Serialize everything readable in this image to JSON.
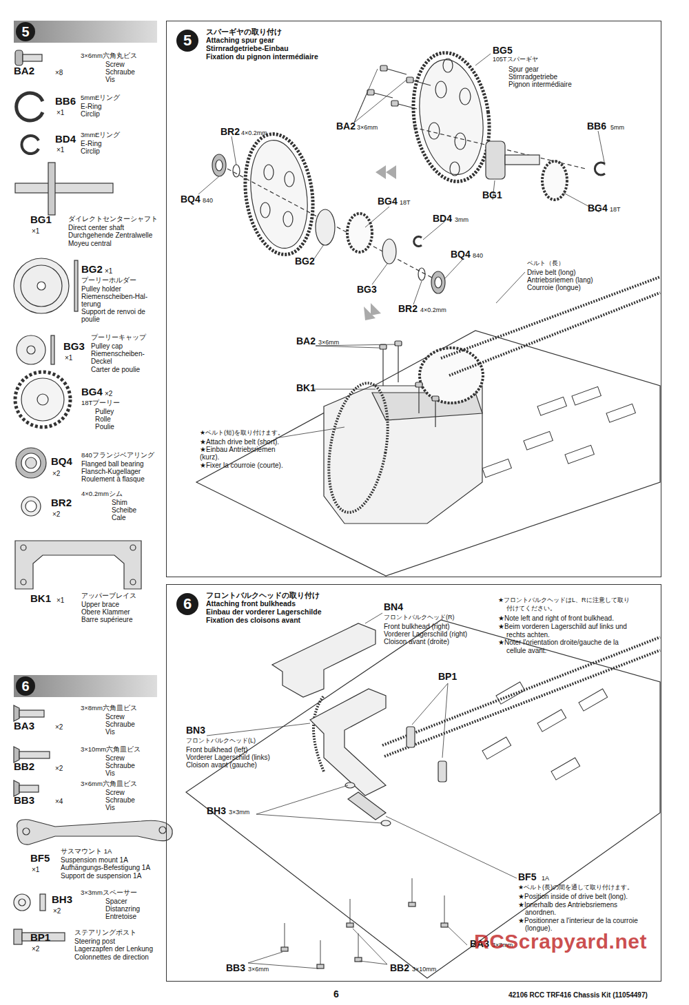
{
  "diagram": {
    "nodes": [
      {
        "text": [
          "5"
        ]
      },
      {
        "text": [
          "スパーギヤの取り付け",
          "Attaching spur gear",
          "Stirnradgetriebe-Einbau",
          "Fixation du pignon intermédiaire"
        ]
      },
      {
        "text": [
          "5"
        ],
        "in": 1
      },
      {
        "text": [
          "6"
        ]
      },
      {
        "text": [
          "フロントバルクヘッドの取り付け",
          "Attaching front bulkheads",
          "Einbau der vorderer Lagerschilde",
          "Fixation des cloisons avant"
        ]
      },
      {
        "text": [
          "6"
        ],
        "in": 4
      }
    ],
    "labels": [
      "BA2",
      "×8",
      "3×6mm六角丸ビス",
      "Screw",
      "Schraube",
      "Vis",
      "BB6",
      "5mmEリング",
      "×1",
      "E-Ring",
      "Circlip",
      "BD4",
      "3mmEリング",
      "×1",
      "E-Ring",
      "Circlip",
      "BG1",
      "×1",
      "ダイレクトセンターシャフト",
      "Direct center shaft",
      "Durchgehende Zentralwelle",
      "Moyeu central",
      "BG2",
      "×1",
      "プーリーホルダー",
      "Pulley holder",
      "Riemenscheiben-Hal-",
      "terung",
      "Support de renvoi de",
      "poulie",
      "BG3",
      "×1",
      "プーリーキャップ",
      "Pulley cap",
      "Riemenscheiben-",
      "Deckel",
      "Carter de poulie",
      "BG4",
      "×2",
      "18Tプーリー",
      "Pulley",
      "Rolle",
      "Poulie",
      "BQ4",
      "×2",
      "840フランジベアリング",
      "Flanged ball bearing",
      "Flansch-Kugellager",
      "Roulement à flasque",
      "BR2",
      "×2",
      "4×0.2mmシム",
      "Shim",
      "Scheibe",
      "Cale",
      "BK1",
      "×1",
      "アッパーブレイス",
      "Upper brace",
      "Obere Klammer",
      "Barre supérieure",
      "BA3",
      "×2",
      "3×8mm六角皿ビス",
      "Screw",
      "Schraube",
      "Vis",
      "BB2",
      "×2",
      "3×10mm六角皿ビス",
      "Screw",
      "Schraube",
      "Vis",
      "BB3",
      "×4",
      "3×6mm六角皿ビス",
      "Screw",
      "Schraube",
      "Vis",
      "BF5",
      "×1",
      "サスマウント 1A",
      "Suspension mount 1A",
      "Aufhängungs-Befestigung 1A",
      "Support de suspension 1A",
      "BH3",
      "×2",
      "3×3mmスペーサー",
      "Spacer",
      "Distanzring",
      "Entretoise",
      "BP1",
      "×2",
      "ステアリングポスト",
      "Steering post",
      "Lagerzapfen der Lenkung",
      "Colonnettes de direction",
      "BG5",
      "105Tスパーギヤ",
      "Spur gear",
      "Stirnradgetriebe",
      "Pignon intermédiaire",
      "BA2",
      "3×6mm",
      "BB6",
      "5mm",
      "BR2",
      "4×0.2mm",
      "BQ4",
      "840",
      "BG1",
      "BG4",
      "18T",
      "BG4",
      "18T",
      "BD4",
      "3mm",
      "BQ4",
      "840",
      "BG2",
      "BG3",
      "BR2",
      "4×0.2mm",
      "ベルト（長）",
      "Drive belt (long)",
      "Antriebsriemen (lang)",
      "Courroie (longue)",
      "BA2",
      "3×6mm",
      "BK1",
      "★ベルト(短)を取り付けます。",
      "★Attach drive belt (short).",
      "★Einbau Antriebsriemen",
      "(kurz).",
      "★Fixer la courroie (courte).",
      "BN4",
      "フロントバルクヘッド(R)",
      "Front bulkhead (right)",
      "Vorderer Lagerschild (right)",
      "Cloison avant (droite)",
      "★フロントバルクヘッドはL、Rに注意して取り",
      "付けてください。",
      "★Note left and right of front bulkhead.",
      "★Beim vorderen Lagerschild auf links und",
      "rechts achten.",
      "★Noter l'orientation droite/gauche de la",
      "cellule avant.",
      "BP1",
      "BN3",
      "フロントバルクヘッド(L)",
      "Front bulkhead (left)",
      "Vorderer Lagerschild (links)",
      "Cloison avant (gauche)",
      "BH3",
      "3×3mm",
      "BF5",
      "1A",
      "★ベルト(長)の間を通して取り付けます。",
      "★Position inside of drive belt (long).",
      "★Innerhalb des Antriebsriemens",
      "anordnen.",
      "★Positionner a l'interieur de la courroie",
      "(longue).",
      "BA3",
      "3×8mm",
      "BB3",
      "3×6mm",
      "BB2",
      "3×10mm",
      "RCScrapyard.net",
      "6",
      "42106 RCC TRF416 Chassis Kit (11054497)"
    ]
  }
}
